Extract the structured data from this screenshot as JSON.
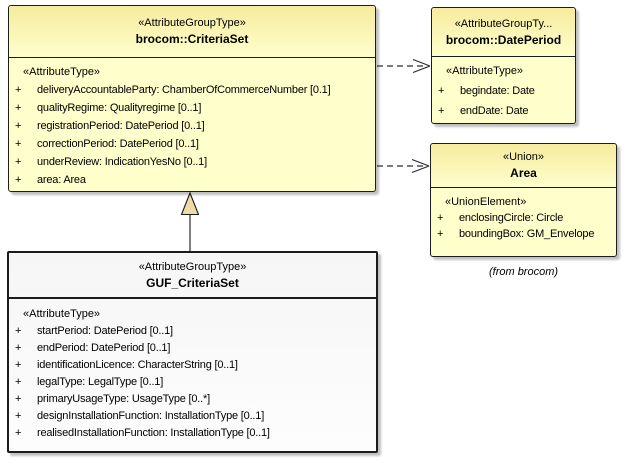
{
  "colors": {
    "class_fill": "#FFFFCC",
    "class_header_top": "#F6EB9E",
    "guf_fill": "#FDFDFD",
    "triangle_fill": "#F0DBA8",
    "border": "#1C1C1C"
  },
  "classes": {
    "criteria_set": {
      "stereotype": "«AttributeGroupType»",
      "name": "brocom::CriteriaSet",
      "section": "«AttributeType»",
      "attrs": [
        {
          "vis": "+",
          "text": "deliveryAccountableParty: ChamberOfCommerceNumber [0.1]"
        },
        {
          "vis": "+",
          "text": "qualityRegime: Qualityregime [0..1]"
        },
        {
          "vis": "+",
          "text": "registrationPeriod: DatePeriod [0..1]"
        },
        {
          "vis": "+",
          "text": "correctionPeriod: DatePeriod [0..1]"
        },
        {
          "vis": "+",
          "text": "underReview: IndicationYesNo [0..1]"
        },
        {
          "vis": "+",
          "text": "area: Area"
        }
      ]
    },
    "date_period": {
      "stereotype": "«AttributeGroupTy...",
      "name": "brocom::DatePeriod",
      "section": "«AttributeType»",
      "attrs": [
        {
          "vis": "+",
          "text": "begindate: Date"
        },
        {
          "vis": "+",
          "text": "endDate: Date"
        }
      ]
    },
    "area": {
      "stereotype": "«Union»",
      "name": "Area",
      "section": "«UnionElement»",
      "attrs": [
        {
          "vis": "+",
          "text": "enclosingCircle: Circle"
        },
        {
          "vis": "+",
          "text": "boundingBox: GM_Envelope"
        }
      ]
    },
    "guf_criteria_set": {
      "stereotype": "«AttributeGroupType»",
      "name": "GUF_CriteriaSet",
      "section": "«AttributeType»",
      "attrs": [
        {
          "vis": "+",
          "text": "startPeriod: DatePeriod [0..1]"
        },
        {
          "vis": "+",
          "text": "endPeriod: DatePeriod [0..1]"
        },
        {
          "vis": "+",
          "text": "identificationLicence: CharacterString [0..1]"
        },
        {
          "vis": "+",
          "text": "legalType: LegalType [0..1]"
        },
        {
          "vis": "+",
          "text": "primaryUsageType: UsageType [0..*]"
        },
        {
          "vis": "+",
          "text": "designInstallationFunction: InstallationType [0..1]"
        },
        {
          "vis": "+",
          "text": "realisedInstallationFunction: InstallationType [0..1]"
        }
      ]
    }
  },
  "annotation": "(from brocom)"
}
